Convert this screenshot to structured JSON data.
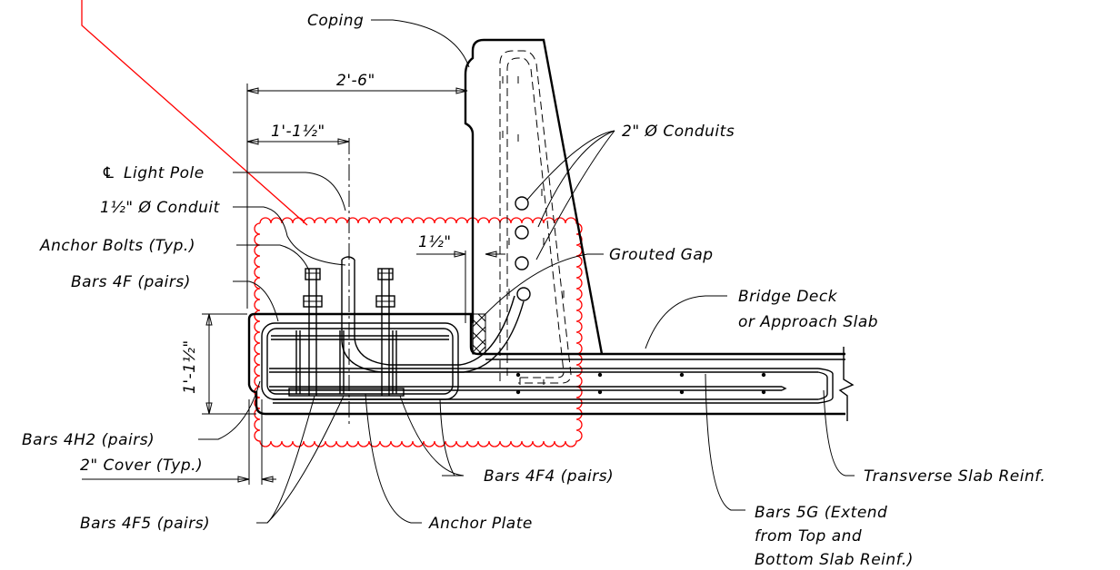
{
  "labels": {
    "coping": "Coping",
    "dim_2_6": "2'-6\"",
    "dim_1_1_half": "1'-1½\"",
    "light_pole": "Light Pole",
    "conduit_small": "1½\" Ø Conduit",
    "conduits_2in": "2\" Ø Conduits",
    "anchor_bolts": "Anchor Bolts (Typ.)",
    "dim_1_half": "1½\"",
    "grouted_gap": "Grouted Gap",
    "bars_4f": "Bars 4F (pairs)",
    "bridge_deck_1": "Bridge Deck",
    "bridge_deck_2": "or Approach Slab",
    "dim_vert": "1'-1½\"",
    "bars_4h2": "Bars 4H2 (pairs)",
    "cover": "2\" Cover (Typ.)",
    "bars_4f4": "Bars 4F4 (pairs)",
    "transverse": "Transverse Slab Reinf.",
    "bars_5g_1": "Bars 5G (Extend",
    "bars_5g_2": "from Top and",
    "bars_5g_3": "Bottom Slab Reinf.)",
    "bars_4f5": "Bars 4F5 (pairs)",
    "anchor_plate": "Anchor Plate"
  },
  "colors": {
    "line": "#000000",
    "revision_cloud": "#ff0000"
  }
}
